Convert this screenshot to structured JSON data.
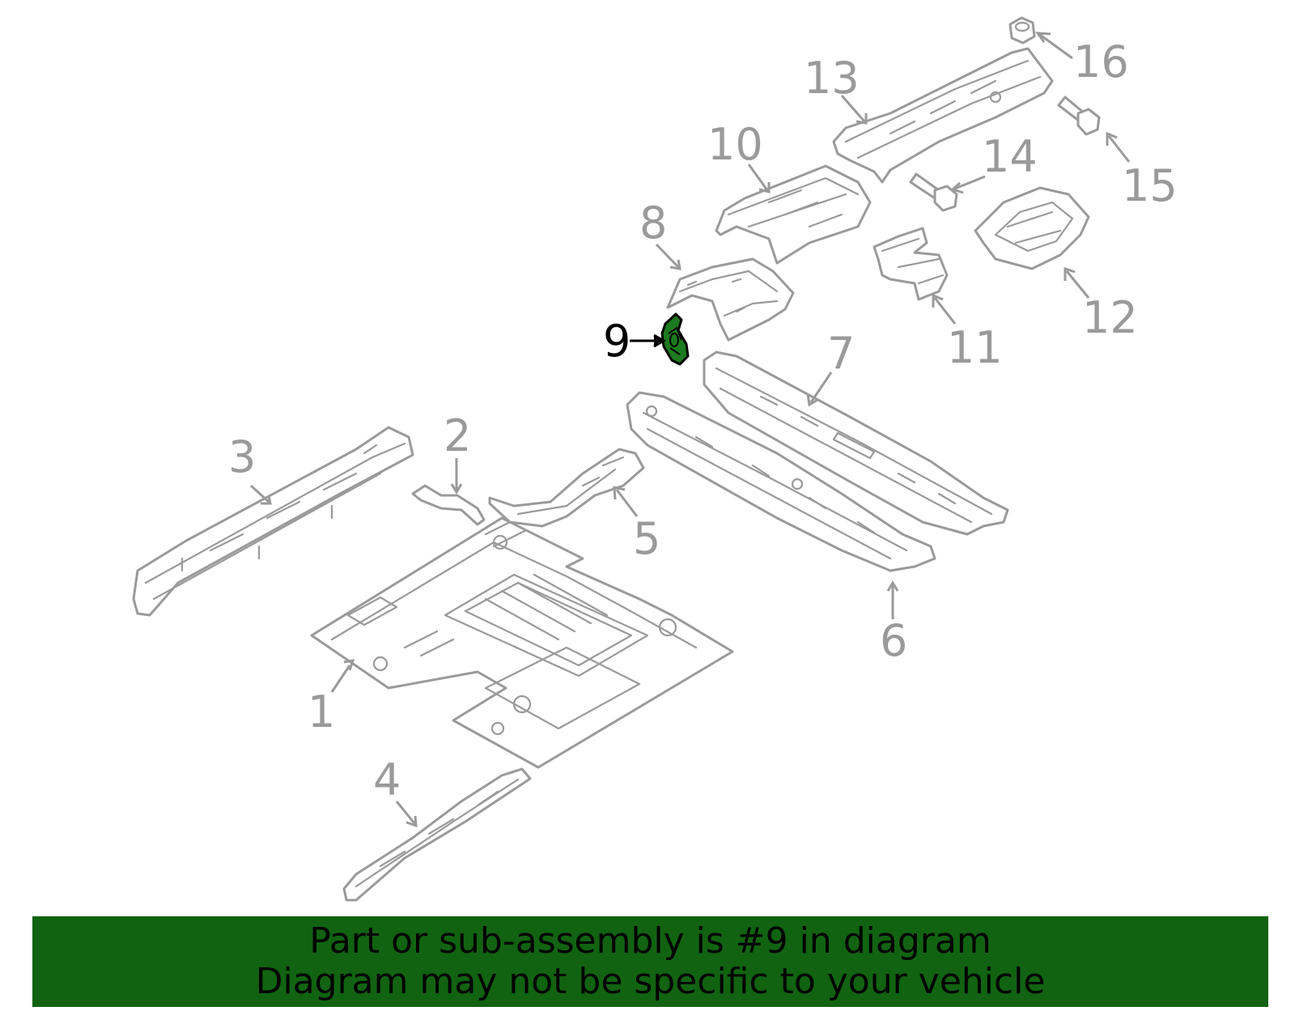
{
  "diagram": {
    "callouts": [
      "1",
      "2",
      "3",
      "4",
      "5",
      "6",
      "7",
      "8",
      "9",
      "10",
      "11",
      "12",
      "13",
      "14",
      "15",
      "16"
    ],
    "highlighted_part": "9",
    "colors": {
      "highlight": "#1e7a1e",
      "line": "#9a9a9a",
      "banner": "#116311"
    }
  },
  "banner": {
    "line1": "Part or sub-assembly is #9 in diagram",
    "line2": "Diagram may not be specific to your vehicle"
  }
}
